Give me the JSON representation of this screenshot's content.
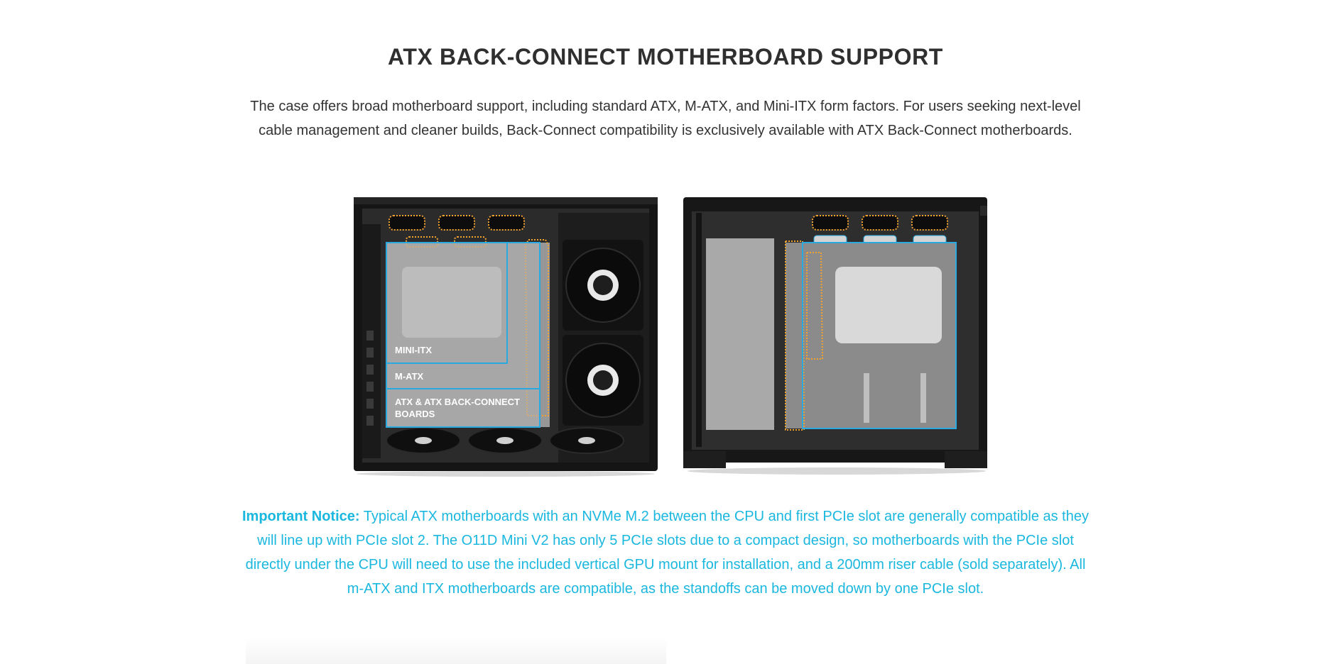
{
  "section": {
    "title": "ATX BACK-CONNECT MOTHERBOARD SUPPORT",
    "intro": "The case offers broad motherboard support, including standard ATX, M-ATX, and Mini-ITX form factors. For users seeking next-level cable management and cleaner builds, Back-Connect compatibility is exclusively available with ATX Back-Connect motherboards."
  },
  "figure_left": {
    "labels": {
      "mini_itx": "MINI-ITX",
      "m_atx": "M-ATX",
      "atx_line1": "ATX & ATX BACK-CONNECT",
      "atx_line2": "BOARDS"
    }
  },
  "notice": {
    "label": "Important Notice:",
    "text": "Typical ATX motherboards with an NVMe M.2 between the CPU and first PCIe slot are generally compatible as they will line up with PCIe slot 2. The O11D Mini V2 has only 5 PCIe slots due to a compact design, so motherboards with the PCIe slot directly under the CPU will need to use the included vertical GPU mount for installation, and a 200mm riser cable (sold separately).  All m-ATX and ITX motherboards are compatible, as the standoffs can be moved down by one PCIe slot."
  },
  "colors": {
    "accent": "#1ab7df",
    "outline_blue": "#2aa8e0",
    "outline_orange": "#f2a230",
    "case_black": "#1c1c1c"
  }
}
